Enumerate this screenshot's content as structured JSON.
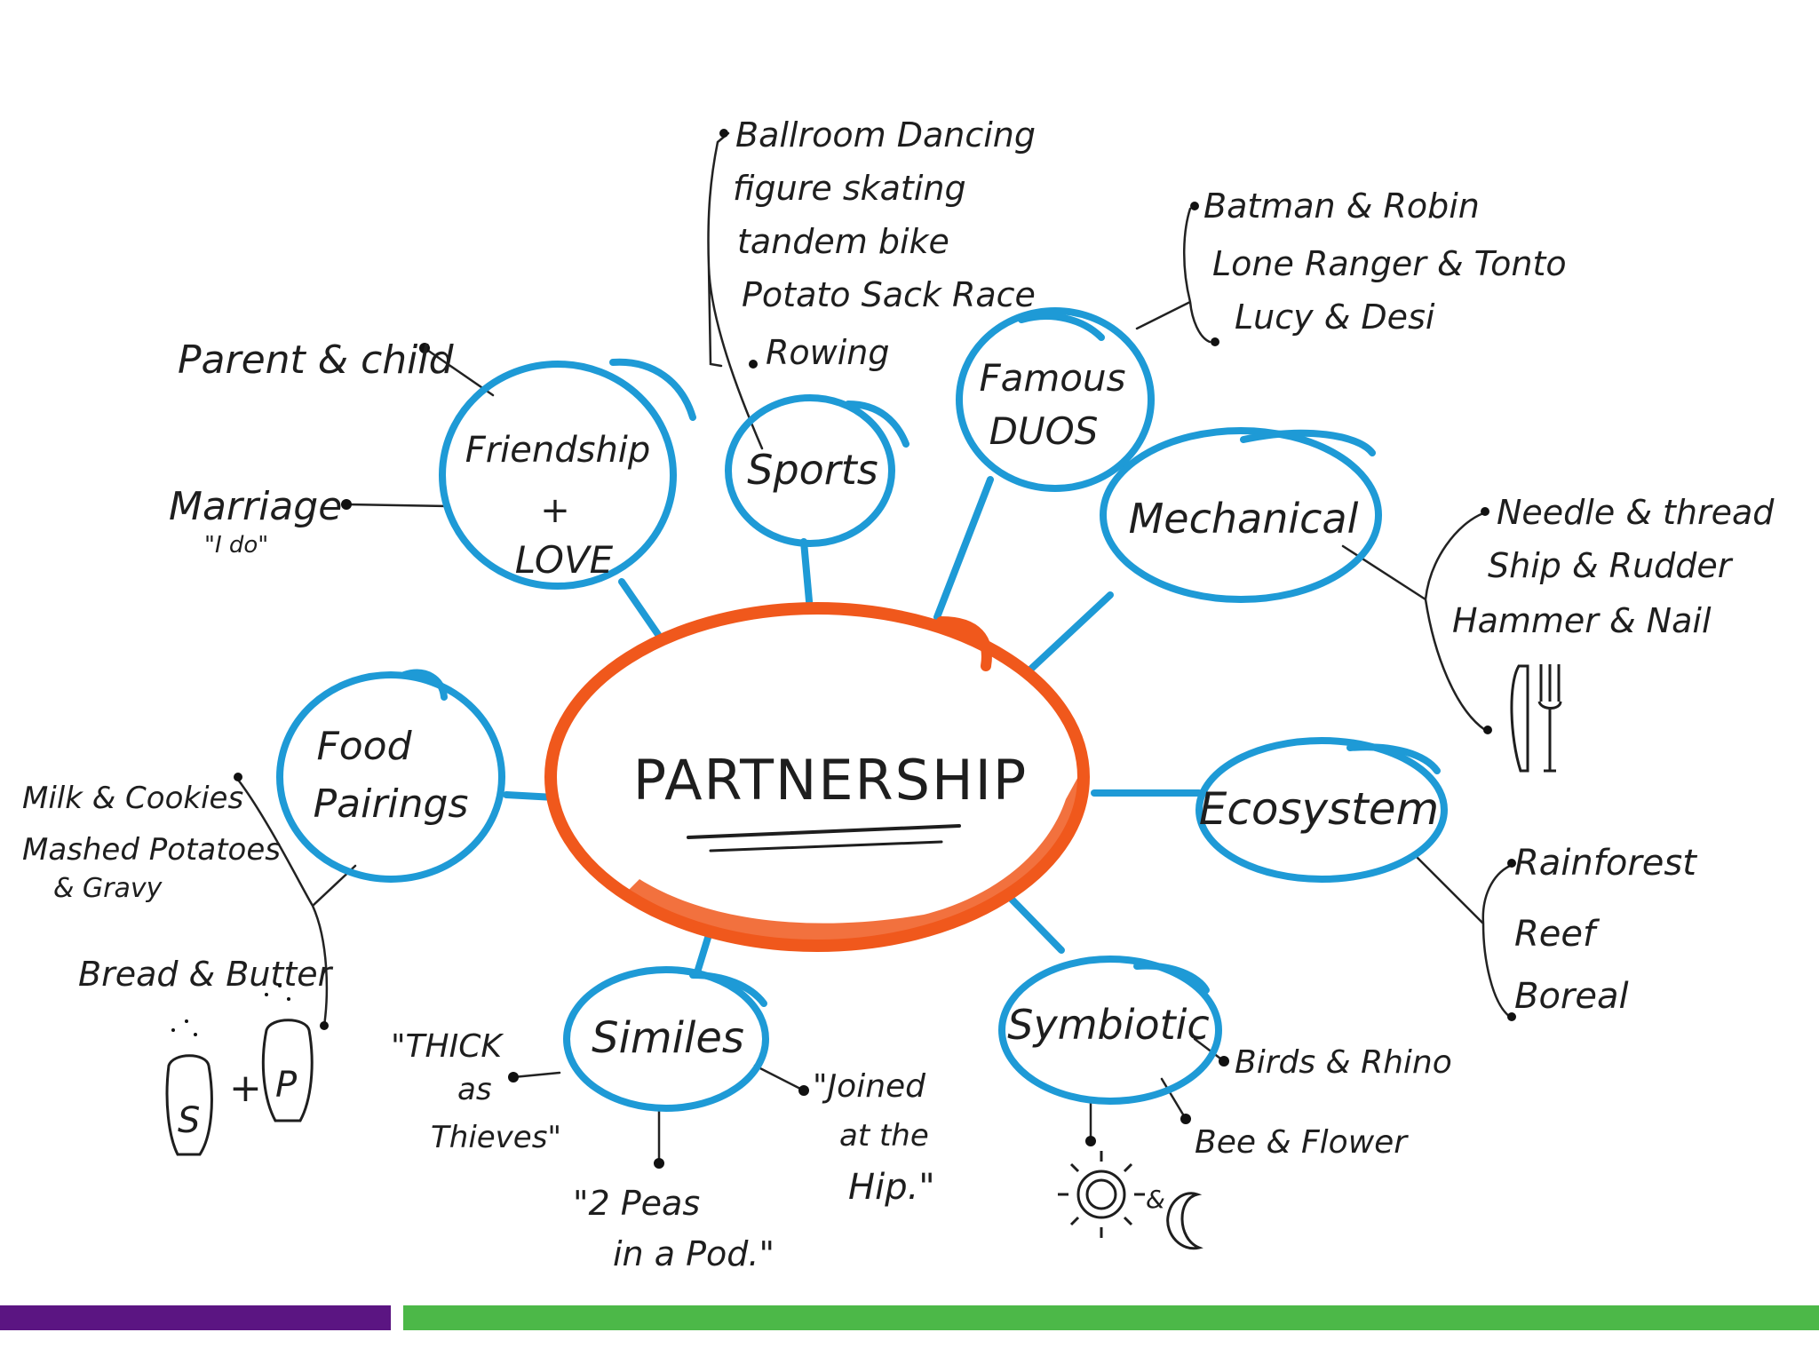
{
  "colors": {
    "bubble_blue": "#1e9ad6",
    "center_orange": "#f0581c",
    "bar_purple": "#5b1582",
    "bar_green": "#4cb848",
    "ink": "#1e1e1e"
  },
  "center": {
    "label": "PARTNERSHIP"
  },
  "bubbles": {
    "friendship": {
      "line1": "Friendship",
      "line2": "+",
      "line3": "LOVE"
    },
    "sports": {
      "label": "Sports"
    },
    "famous": {
      "line1": "Famous",
      "line2": "DUOS"
    },
    "mechanical": {
      "label": "Mechanical"
    },
    "ecosystem": {
      "label": "Ecosystem"
    },
    "symbiotic": {
      "label": "Symbiotic"
    },
    "similes": {
      "label": "Similes"
    },
    "food": {
      "line1": "Food",
      "line2": "Pairings"
    }
  },
  "notes": {
    "parent_child": "Parent & child",
    "marriage": "Marriage",
    "marriage_quote": "\"I do\"",
    "sports_items": [
      "Ballroom Dancing",
      "figure skating",
      "tandem bike",
      "Potato Sack Race",
      "Rowing"
    ],
    "duos_items": [
      "Batman & Robin",
      "Lone Ranger & Tonto",
      "Lucy & Desi"
    ],
    "mechanical_items": [
      "Needle & thread",
      "Ship & Rudder",
      "Hammer & Nail"
    ],
    "ecosystem_items": [
      "Rainforest",
      "Reef",
      "Boreal"
    ],
    "symbiotic_items": [
      "Birds & Rhino",
      "Bee & Flower"
    ],
    "food_items": [
      "Milk & Cookies",
      "Mashed Potatoes",
      "& Gravy",
      "Bread & Butter"
    ],
    "thick": [
      "\"THICK",
      "as",
      "Thieves\""
    ],
    "peas": [
      "\"2 Peas",
      "in a Pod.\""
    ],
    "hip": [
      "\"Joined",
      "at the",
      "Hip.\""
    ]
  },
  "icons": [
    "fork-and-knife-icon",
    "salt-shaker-icon",
    "pepper-shaker-icon",
    "sun-icon",
    "moon-icon"
  ],
  "shakers": {
    "salt": "S",
    "plus": "+",
    "pepper": "P",
    "amp": "&"
  }
}
